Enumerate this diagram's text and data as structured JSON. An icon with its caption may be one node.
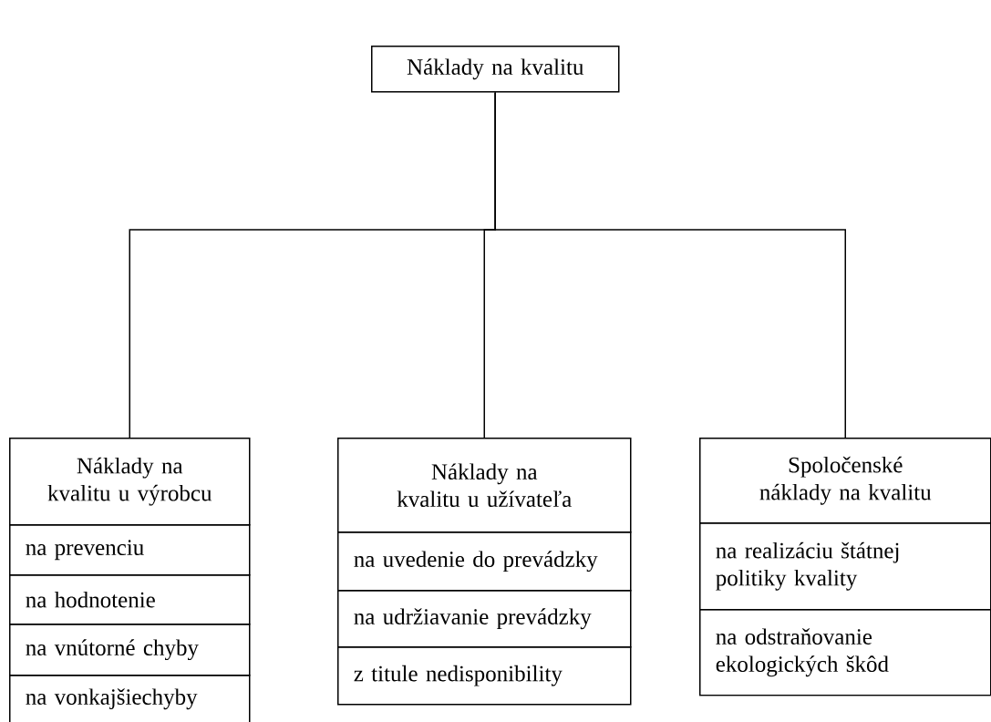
{
  "diagram": {
    "nodes": [
      {
        "text": [
          "Náklady na kvalitu"
        ]
      },
      {
        "text": [
          "Náklady na kvalitu u výrobcu"
        ]
      },
      {
        "text": [
          "na prevenciu"
        ]
      },
      {
        "text": [
          "na hodnotenie"
        ]
      },
      {
        "text": [
          "na vnútorné chyby"
        ]
      },
      {
        "text": [
          "na vonkajšiechyby"
        ]
      },
      {
        "text": [
          "Náklady na kvalitu u užívateľa"
        ]
      },
      {
        "text": [
          "na uvedenie do prevádzky"
        ]
      },
      {
        "text": [
          "na udržiavanie prevádzky"
        ]
      },
      {
        "text": [
          "z titule nedisponibility"
        ]
      },
      {
        "text": [
          "Spoločenské náklady na kvalitu"
        ]
      },
      {
        "text": [
          "na realizáciu štátnej politiky kvality"
        ]
      },
      {
        "text": [
          "na odstraňovanie ekologických škôd"
        ]
      }
    ],
    "edges": [
      {
        "from": 0,
        "to": 1,
        "arrow": "none"
      },
      {
        "from": 0,
        "to": 6,
        "arrow": "none"
      },
      {
        "from": 0,
        "to": 10,
        "arrow": "none"
      }
    ]
  }
}
